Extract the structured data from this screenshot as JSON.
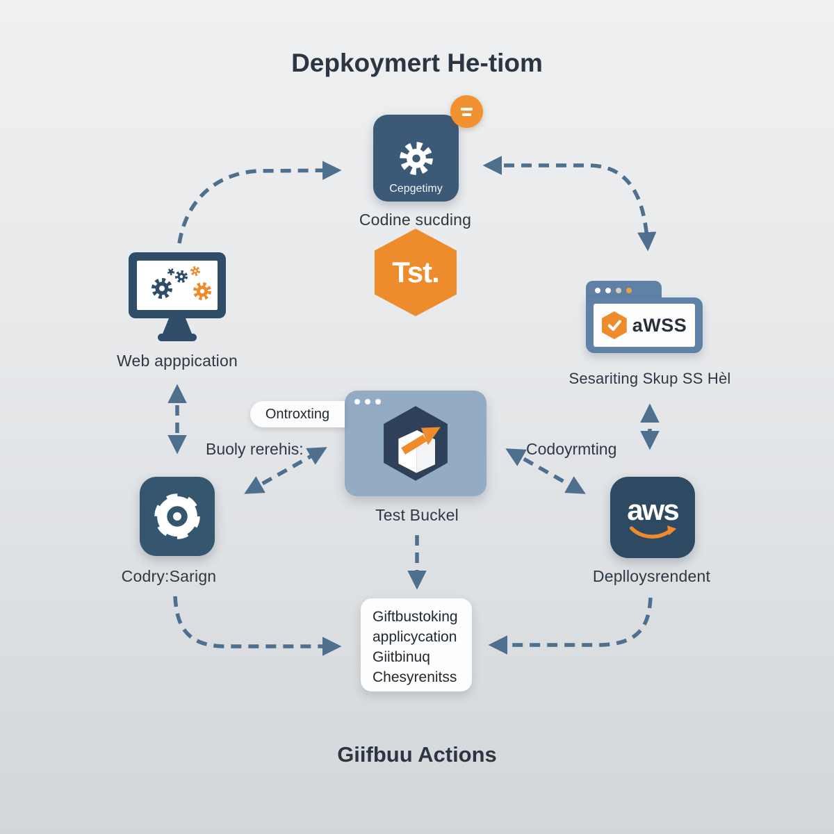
{
  "title": "Depkoymert He-tiom",
  "footer": "Giifbuu Actions",
  "colors": {
    "background_top": "#eef0f1",
    "background_bottom": "#d3d7da",
    "orange": "#EE8B2C",
    "badge_orange": "#F0922F",
    "slate_box": "#3C5A77",
    "steel_box": "#35566F",
    "navy_box": "#2E4A63",
    "center_box": "#93ABC3",
    "hex_navy": "#2E4158",
    "browser_frame": "#5F81A5",
    "arrow": "#4E6F8E",
    "text_dark": "#2D3844"
  },
  "nodes": {
    "pipeline": {
      "label": "Cepgetimy",
      "caption": "Codine sucding"
    },
    "test_hex": {
      "label": "Tst."
    },
    "webapp": {
      "caption": "Web apppication"
    },
    "aws_setup": {
      "logo": "aWSS",
      "caption": "Sesariting Skup SS Hèl"
    },
    "bucket": {
      "tooltip": "Ontroxting",
      "caption": "Test Buckel"
    },
    "config": {
      "caption": "Codry:Sarign"
    },
    "aws_deploy": {
      "logo": "aws",
      "caption": "Deplloysrendent"
    },
    "notes": {
      "lines": [
        "Giftbustoking",
        "applicycation",
        "Giitbinuq",
        "Chesyrenitss"
      ]
    }
  },
  "annotations": {
    "left": "Buoly rerehis:",
    "right": "Codoyrmting"
  },
  "browser_dots": [
    "#ffffff",
    "#ffffff",
    "#D8CDB9",
    "#E8A13C"
  ]
}
